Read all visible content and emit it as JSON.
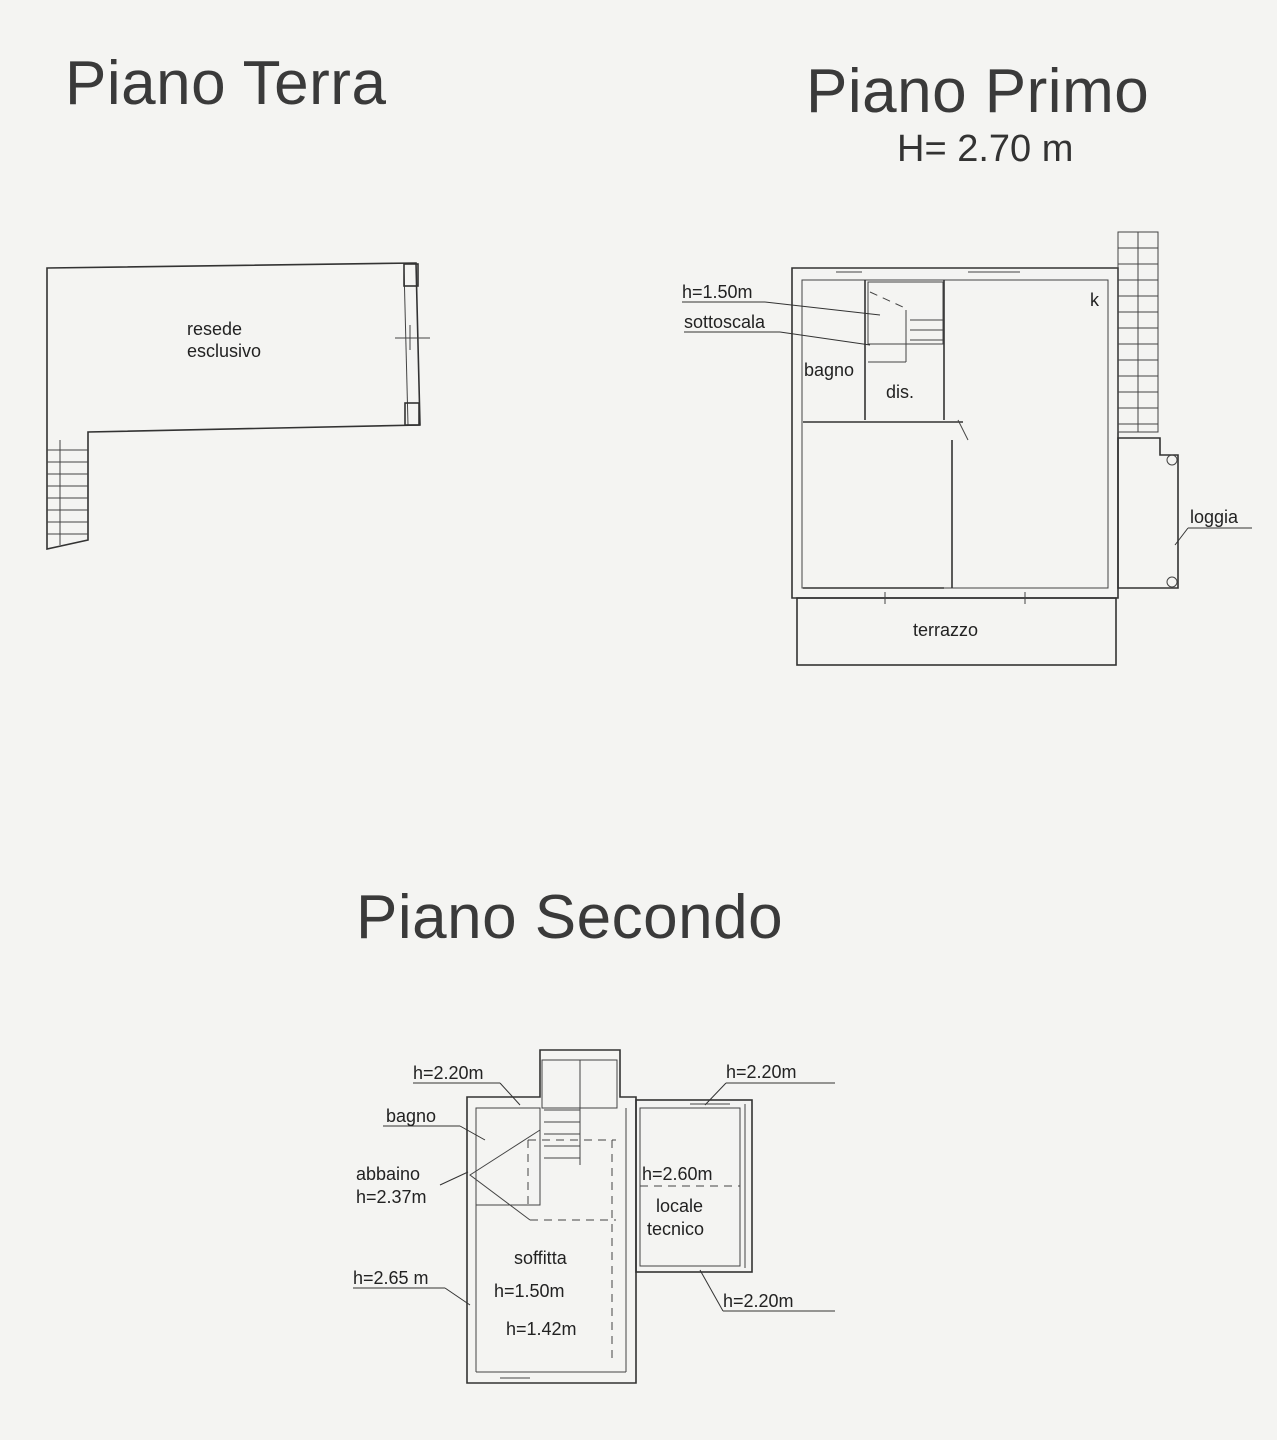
{
  "ground": {
    "title": "Piano Terra",
    "labels": [
      "resede",
      "esclusivo"
    ]
  },
  "first": {
    "title": "Piano Primo",
    "height": "H= 2.70 m",
    "labels": {
      "h150": "h=1.50m",
      "sottoscala": "sottoscala",
      "bagno": "bagno",
      "dis": "dis.",
      "k": "k",
      "loggia": "loggia",
      "terrazzo": "terrazzo"
    }
  },
  "second": {
    "title": "Piano Secondo",
    "labels": {
      "h220a": "h=2.20m",
      "bagno": "bagno",
      "abbaino": "abbaino",
      "h237": "h=2.37m",
      "h265": "h=2.65 m",
      "soffitta": "soffitta",
      "h150": "h=1.50m",
      "h142": "h=1.42m",
      "h220b": "h=2.20m",
      "h260": "h=2.60m",
      "locale": "locale",
      "tecnico": "tecnico",
      "h220c": "h=2.20m"
    }
  }
}
